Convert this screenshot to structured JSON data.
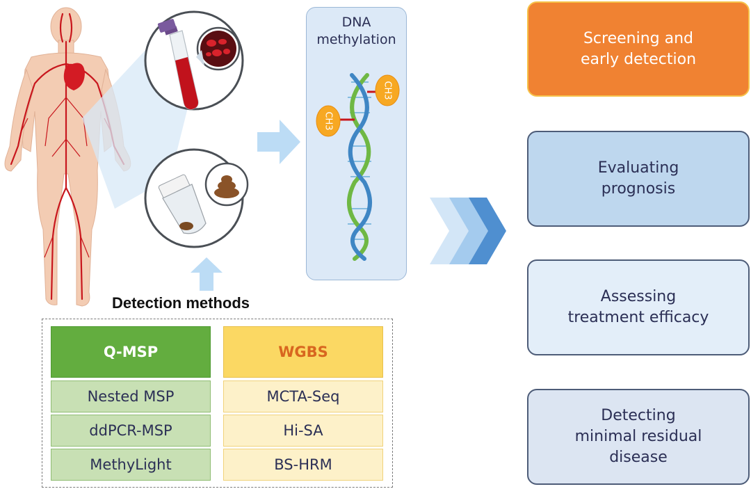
{
  "dna_panel": {
    "title_line1": "DNA",
    "title_line2": "methylation",
    "marker_left": "CH3",
    "marker_right": "CH3"
  },
  "methods": {
    "title": "Detection methods",
    "columns": [
      {
        "header": "Q-MSP",
        "items": [
          "Nested MSP",
          "ddPCR-MSP",
          "MethyLight"
        ]
      },
      {
        "header": "WGBS",
        "items": [
          "MCTA-Seq",
          "Hi-SA",
          "BS-HRM"
        ]
      }
    ]
  },
  "outcomes": [
    {
      "line1": "Screening and",
      "line2": "early detection",
      "line3": ""
    },
    {
      "line1": "Evaluating",
      "line2": "prognosis",
      "line3": ""
    },
    {
      "line1": "Assessing",
      "line2": "treatment efficacy",
      "line3": ""
    },
    {
      "line1": "Detecting",
      "line2": "minimal residual",
      "line3": "disease"
    }
  ],
  "colors": {
    "orange": "#f08232",
    "green": "#63ad3f",
    "yellow": "#fbd863",
    "arrow_blue": "#4f8fd0"
  },
  "icons": [
    "human-body-icon",
    "blood-tube-icon",
    "red-blood-cells-icon",
    "stool-container-icon",
    "stool-icon",
    "dna-helix-icon"
  ]
}
